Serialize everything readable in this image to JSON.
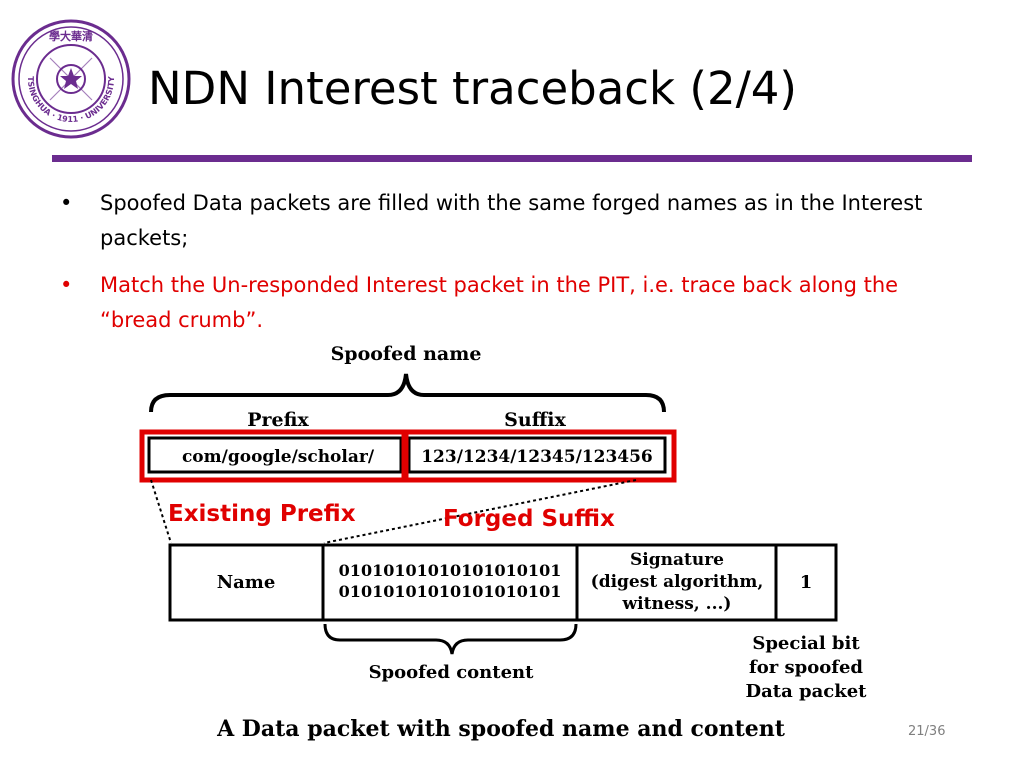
{
  "slide": {
    "title": "NDN Interest traceback (2/4)",
    "accent_color": "#6b2c8f",
    "bullets": [
      {
        "text": "Spoofed Data packets are filled with the same forged names as in the Interest packets;",
        "color": "#000000"
      },
      {
        "text": "Match the Un-responded Interest packet in the PIT, i.e. trace back along the “bread crumb”.",
        "color": "#e00000"
      }
    ],
    "bullet_glyph": "•",
    "page_number": "21/36"
  },
  "logo": {
    "icon": "university-seal-icon",
    "text_top": "學大華清",
    "text_ring": "TSINGHUA · 1911 · UNIVERSITY"
  },
  "figure": {
    "spoofed_name_label": "Spoofed name",
    "prefix_label": "Prefix",
    "suffix_label": "Suffix",
    "prefix_value": "com/google/scholar/",
    "suffix_value": "123/1234/12345/123456",
    "existing_prefix_label": "Existing Prefix",
    "forged_suffix_label": "Forged Suffix",
    "packet": {
      "name_cell": "Name",
      "content_line1": "01010101010101010101",
      "content_line2": "01010101010101010101",
      "signature_line1": "Signature",
      "signature_line2": "(digest algorithm,",
      "signature_line3": "witness, ...)",
      "special_bit": "1"
    },
    "spoofed_content_label": "Spoofed content",
    "special_bit_line1": "Special bit",
    "special_bit_line2": "for spoofed",
    "special_bit_line3": "Data packet",
    "caption": "A Data packet with spoofed name and content",
    "highlight_color": "#e00000"
  }
}
